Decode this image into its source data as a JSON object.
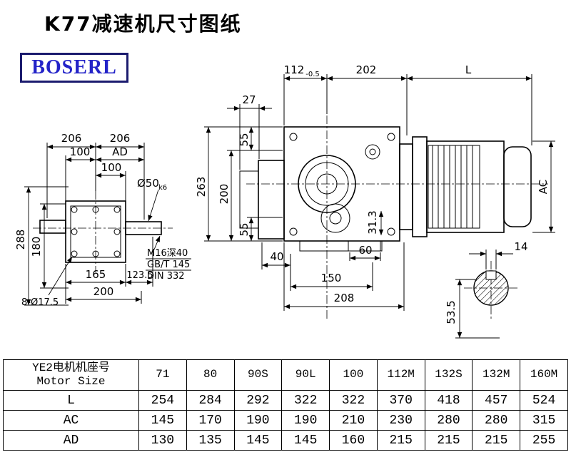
{
  "page": {
    "title": "K77减速机尺寸图纸",
    "logo_text": "BOSERL"
  },
  "drawing": {
    "side_view": {
      "dim_112": "112",
      "dim_112_tol": "-0.5",
      "dim_202": "202",
      "dim_L": "L",
      "dim_27": "27",
      "dim_55_top": "55",
      "dim_263": "263",
      "dim_200": "200",
      "dim_55_bottom": "55",
      "dim_40": "40",
      "dim_150": "150",
      "dim_208": "208",
      "dim_60": "60",
      "dim_31_3": "31.3",
      "dim_AC": "AC"
    },
    "front_view": {
      "dim_206_left": "206",
      "dim_206_right": "206",
      "dim_100_top": "100",
      "dim_AD": "AD",
      "dim_100_mid": "100",
      "dim_shaft": "Ø50",
      "dim_shaft_tol": "k6",
      "dim_288": "288",
      "dim_180": "180",
      "dim_165": "165",
      "dim_123_5": "123.5",
      "dim_200_bottom": "200",
      "dim_holes": "8-Ø17.5",
      "note_line1": "M16深40",
      "note_line2": "GB/T 145",
      "note_line3": "DIN 332"
    },
    "shaft_section": {
      "dim_14": "14",
      "dim_53_5": "53.5"
    }
  },
  "table": {
    "header_cn": "YE2电机机座号",
    "header_en": "Motor Size",
    "sizes": [
      "71",
      "80",
      "90S",
      "90L",
      "100",
      "112M",
      "132S",
      "132M",
      "160M"
    ],
    "rows": [
      {
        "label": "L",
        "values": [
          "254",
          "284",
          "292",
          "322",
          "322",
          "370",
          "418",
          "457",
          "524"
        ]
      },
      {
        "label": "AC",
        "values": [
          "145",
          "170",
          "190",
          "190",
          "210",
          "230",
          "280",
          "280",
          "315"
        ]
      },
      {
        "label": "AD",
        "values": [
          "130",
          "135",
          "145",
          "145",
          "160",
          "215",
          "215",
          "215",
          "255"
        ]
      }
    ]
  }
}
